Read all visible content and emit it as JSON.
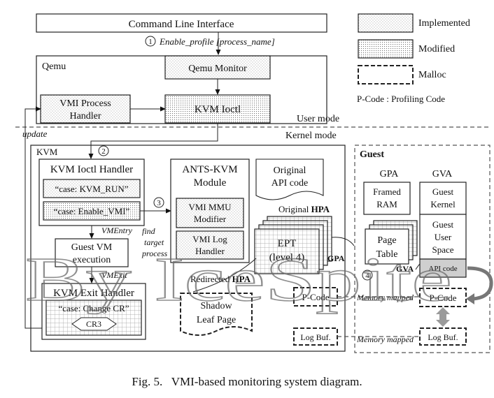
{
  "diagram": {
    "cli": "Command Line Interface",
    "step1_num": "1",
    "step1_text": "Enable_profile [process_name]",
    "legend": {
      "implemented": "Implemented",
      "modified": "Modified",
      "malloc": "Malloc",
      "pcode_note": "P-Code : Profiling Code"
    },
    "qemu": {
      "label": "Qemu",
      "monitor": "Qemu Monitor",
      "vmi_handler_l1": "VMI Process",
      "vmi_handler_l2": "Handler",
      "kvm_ioctl": "KVM Ioctl"
    },
    "update": "update",
    "user_mode": "User mode",
    "kernel_mode": "Kernel mode",
    "kvm": {
      "label": "KVM",
      "step2_num": "2",
      "ioctl_handler": "KVM Ioctl Handler",
      "case_run": "“case: KVM_RUN”",
      "case_enable": "“case: Enable_VMI”",
      "vmentry": "VMEntry",
      "guest_exec_l1": "Guest VM",
      "guest_exec_l2": "execution",
      "vmexit": "VMExit",
      "exit_handler": "KVM Exit Handler",
      "case_cr": "“case: Change CR”",
      "cr3": "CR3"
    },
    "ants": {
      "title_l1": "ANTS-KVM",
      "title_l2": "Module",
      "step3_num": "3",
      "mmu_l1": "VMI MMU",
      "mmu_l2": "Modifier",
      "log_l1": "VMI Log",
      "log_l2": "Handler",
      "find_l1": "find",
      "find_l2": "target",
      "find_l3": "process"
    },
    "original_api_l1": "Original",
    "original_api_l2": "API code",
    "original_hpa": "Original ",
    "hpa": "HPA",
    "ept_l1": "EPT",
    "ept_l2": "(level 4)",
    "gpa_small": "GPA",
    "redirected": "Redirected ",
    "shadow_l1": "Shadow",
    "shadow_l2": "Leaf Page",
    "pcode": "P-Code",
    "logbuf": "Log Buf.",
    "memory_mapped": "Memory mapped",
    "guest": {
      "label": "Guest",
      "gpa": "GPA",
      "gva": "GVA",
      "framed_l1": "Framed",
      "framed_l2": "RAM",
      "kernel_l1": "Guest",
      "kernel_l2": "Kernel",
      "user_l1": "Guest",
      "user_l2": "User",
      "user_l3": "Space",
      "page_table_l1": "Page",
      "page_table_l2": "Table",
      "gva_small": "GVA",
      "api_code": "API code",
      "pcode": "P-Code",
      "logbuf": "Log Buf.",
      "step4_num": "4"
    },
    "watermark": "By IceSpite"
  },
  "caption": "Fig. 5.   VMI-based monitoring system diagram.",
  "colors": {
    "implemented_dot": "#8f8f8f",
    "modified_dot": "#777777",
    "api_code_fill": "#cfcfcf"
  }
}
